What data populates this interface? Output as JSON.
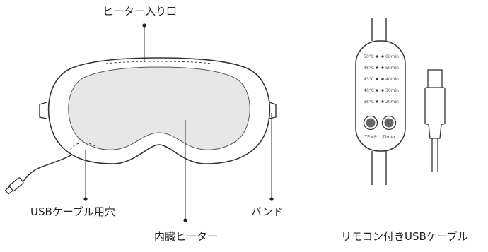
{
  "labels": {
    "heater_inlet": "ヒーター入り口",
    "usb_cable_hole": "USBケーブル用穴",
    "builtin_heater": "内臓ヒーター",
    "band": "バンド",
    "remote_usb_cable": "リモコン付きUSBケーブル"
  },
  "remote": {
    "temperatures": [
      "50°C",
      "46°C",
      "43°C",
      "40°C",
      "36°C"
    ],
    "timers": [
      "60min",
      "50min",
      "40min",
      "30min",
      "20min"
    ],
    "buttons": [
      "TEMP",
      "Timer"
    ]
  },
  "colors": {
    "outline": "#333333",
    "pad_fill": "#e7e7e7",
    "lines": "#444444"
  }
}
